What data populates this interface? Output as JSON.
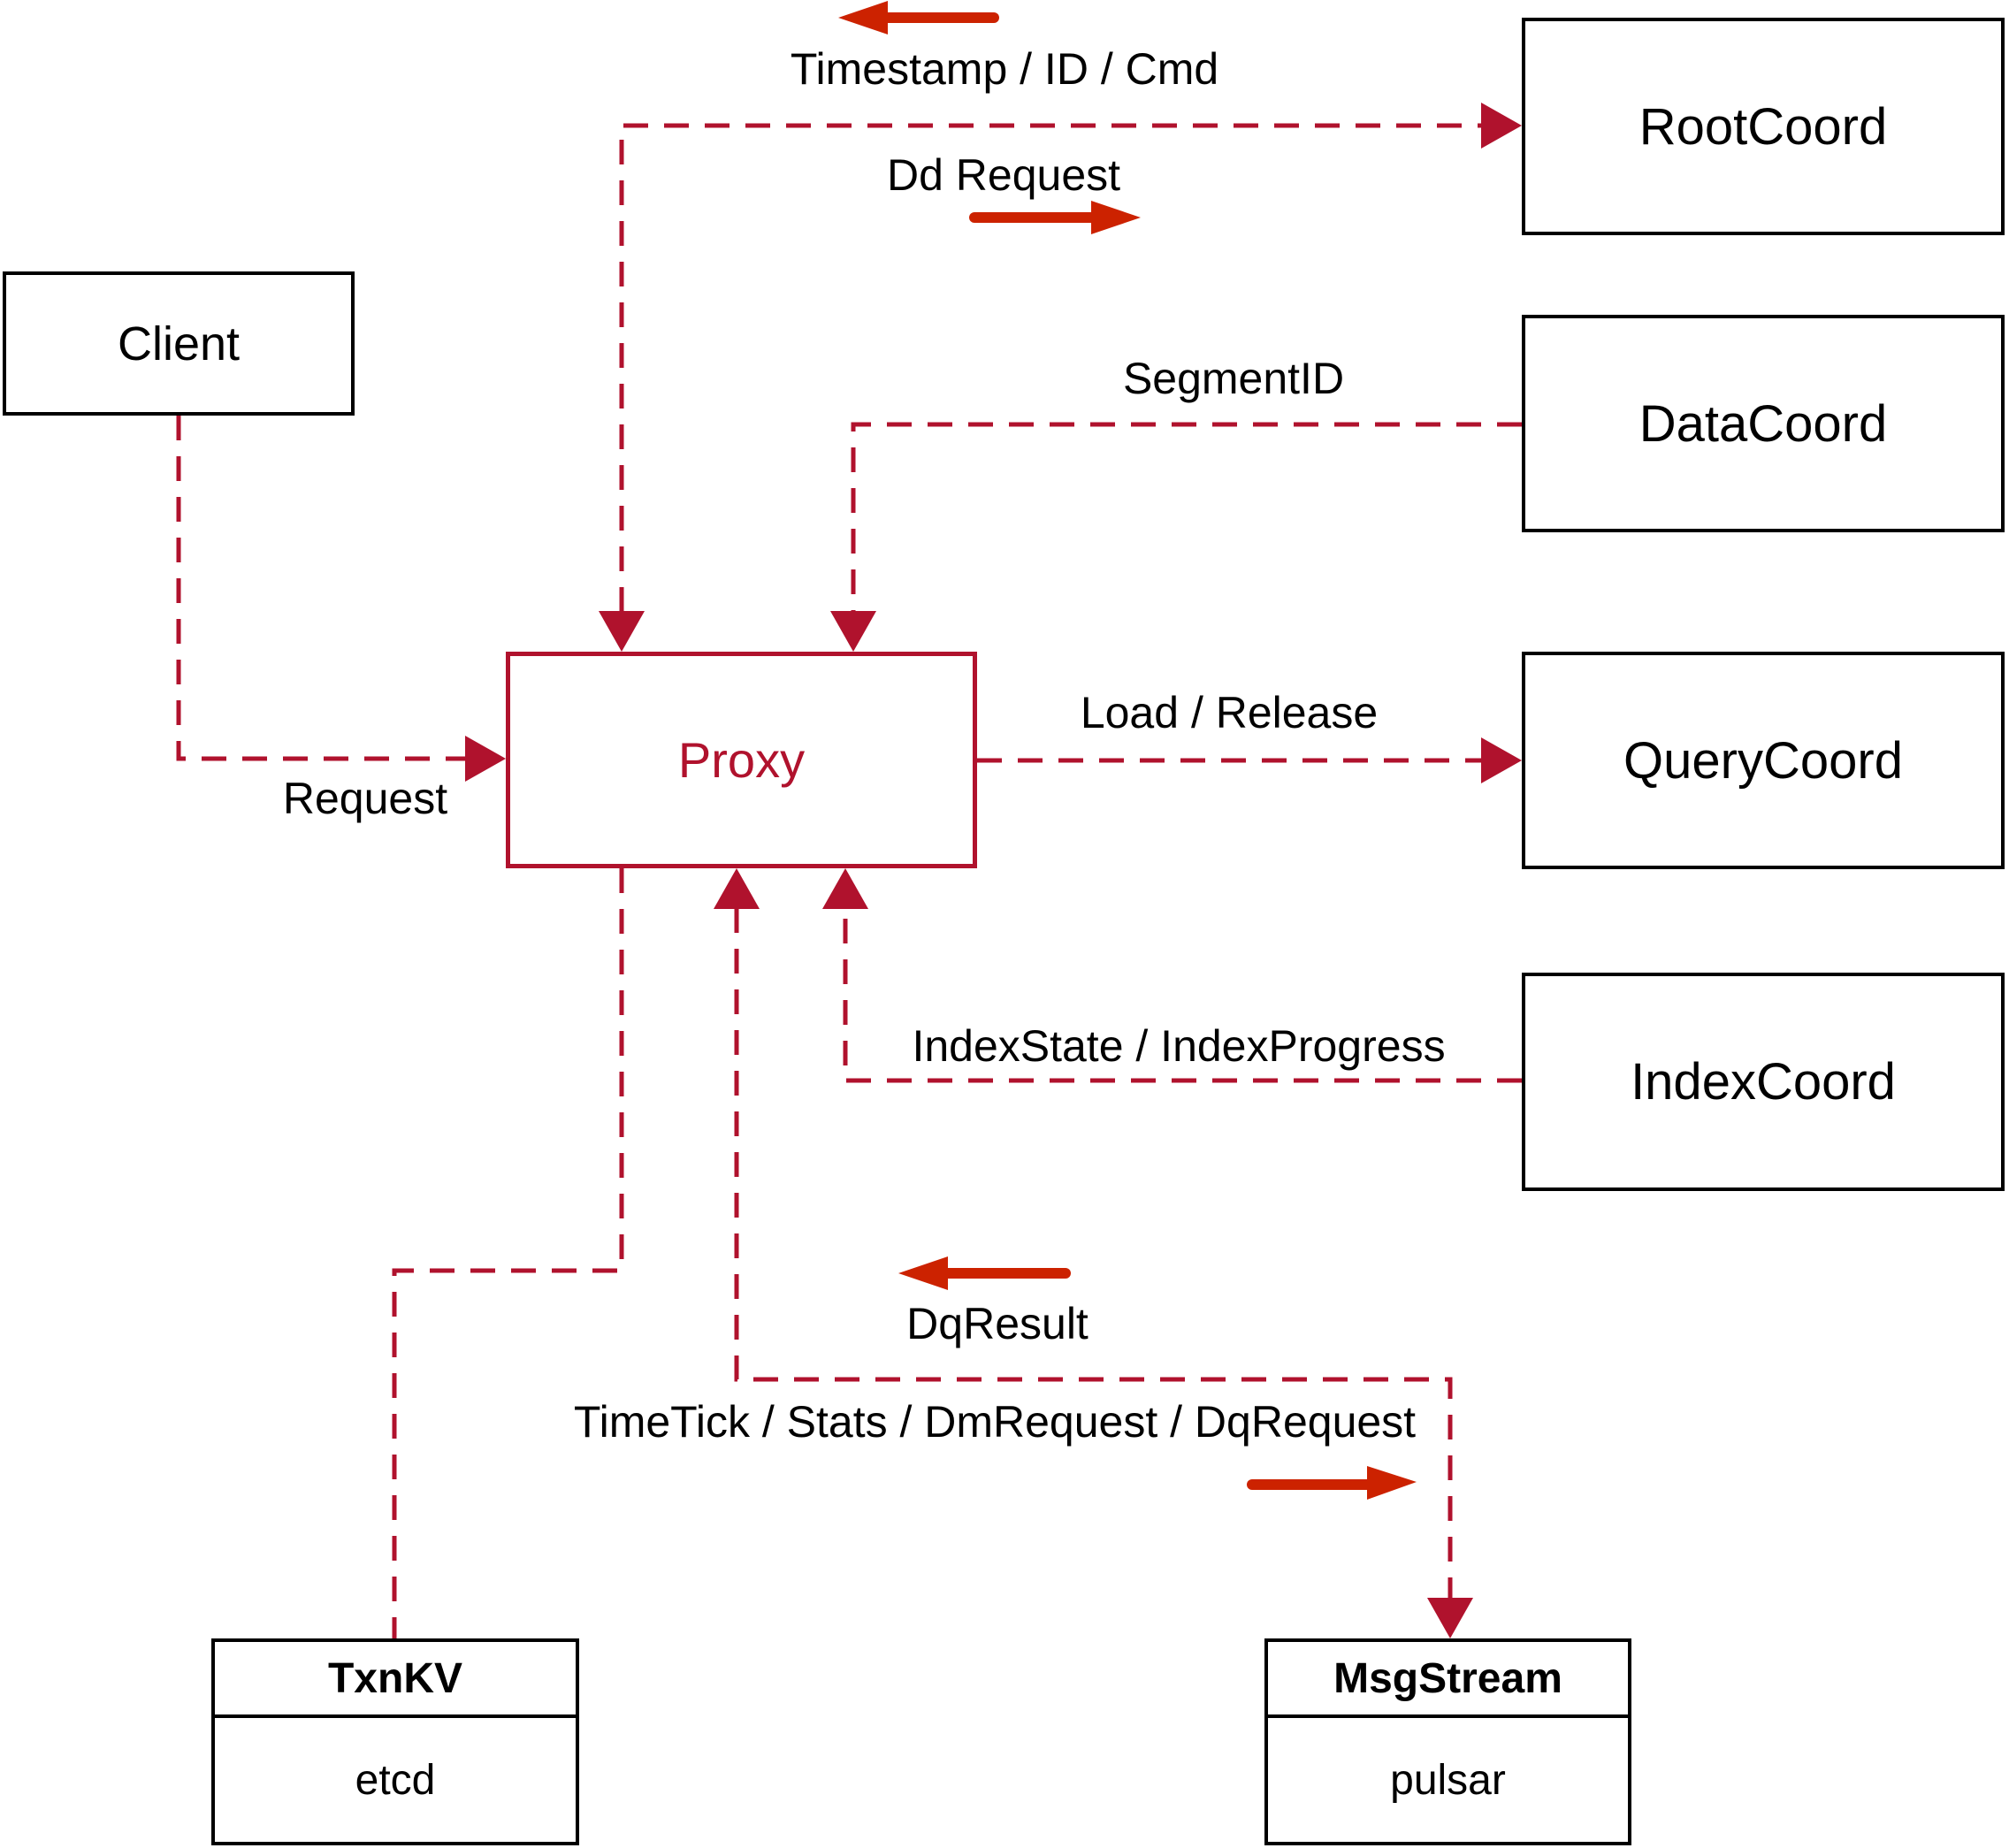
{
  "diagram": {
    "colors": {
      "connector_dashed": "#b0122d",
      "solid_arrow": "#cc2200",
      "box_border": "#000000",
      "proxy_accent": "#b0122d",
      "background": "#ffffff",
      "text": "#000000"
    },
    "nodes": {
      "client": {
        "label": "Client"
      },
      "root_coord": {
        "label": "RootCoord"
      },
      "data_coord": {
        "label": "DataCoord"
      },
      "query_coord": {
        "label": "QueryCoord"
      },
      "index_coord": {
        "label": "IndexCoord"
      },
      "proxy": {
        "label": "Proxy"
      },
      "txn_kv": {
        "title": "TxnKV",
        "impl": "etcd"
      },
      "msg_stream": {
        "title": "MsgStream",
        "impl": "pulsar"
      }
    },
    "edge_labels": {
      "timestamp_id_cmd": "Timestamp / ID / Cmd",
      "dd_request": "Dd Request",
      "segment_id": "SegmentID",
      "request": "Request",
      "load_release": "Load / Release",
      "index_state_progress": "IndexState / IndexProgress",
      "dq_result": "DqResult",
      "time_tick_stats": "TimeTick / Stats / DmRequest / DqRequest"
    }
  }
}
